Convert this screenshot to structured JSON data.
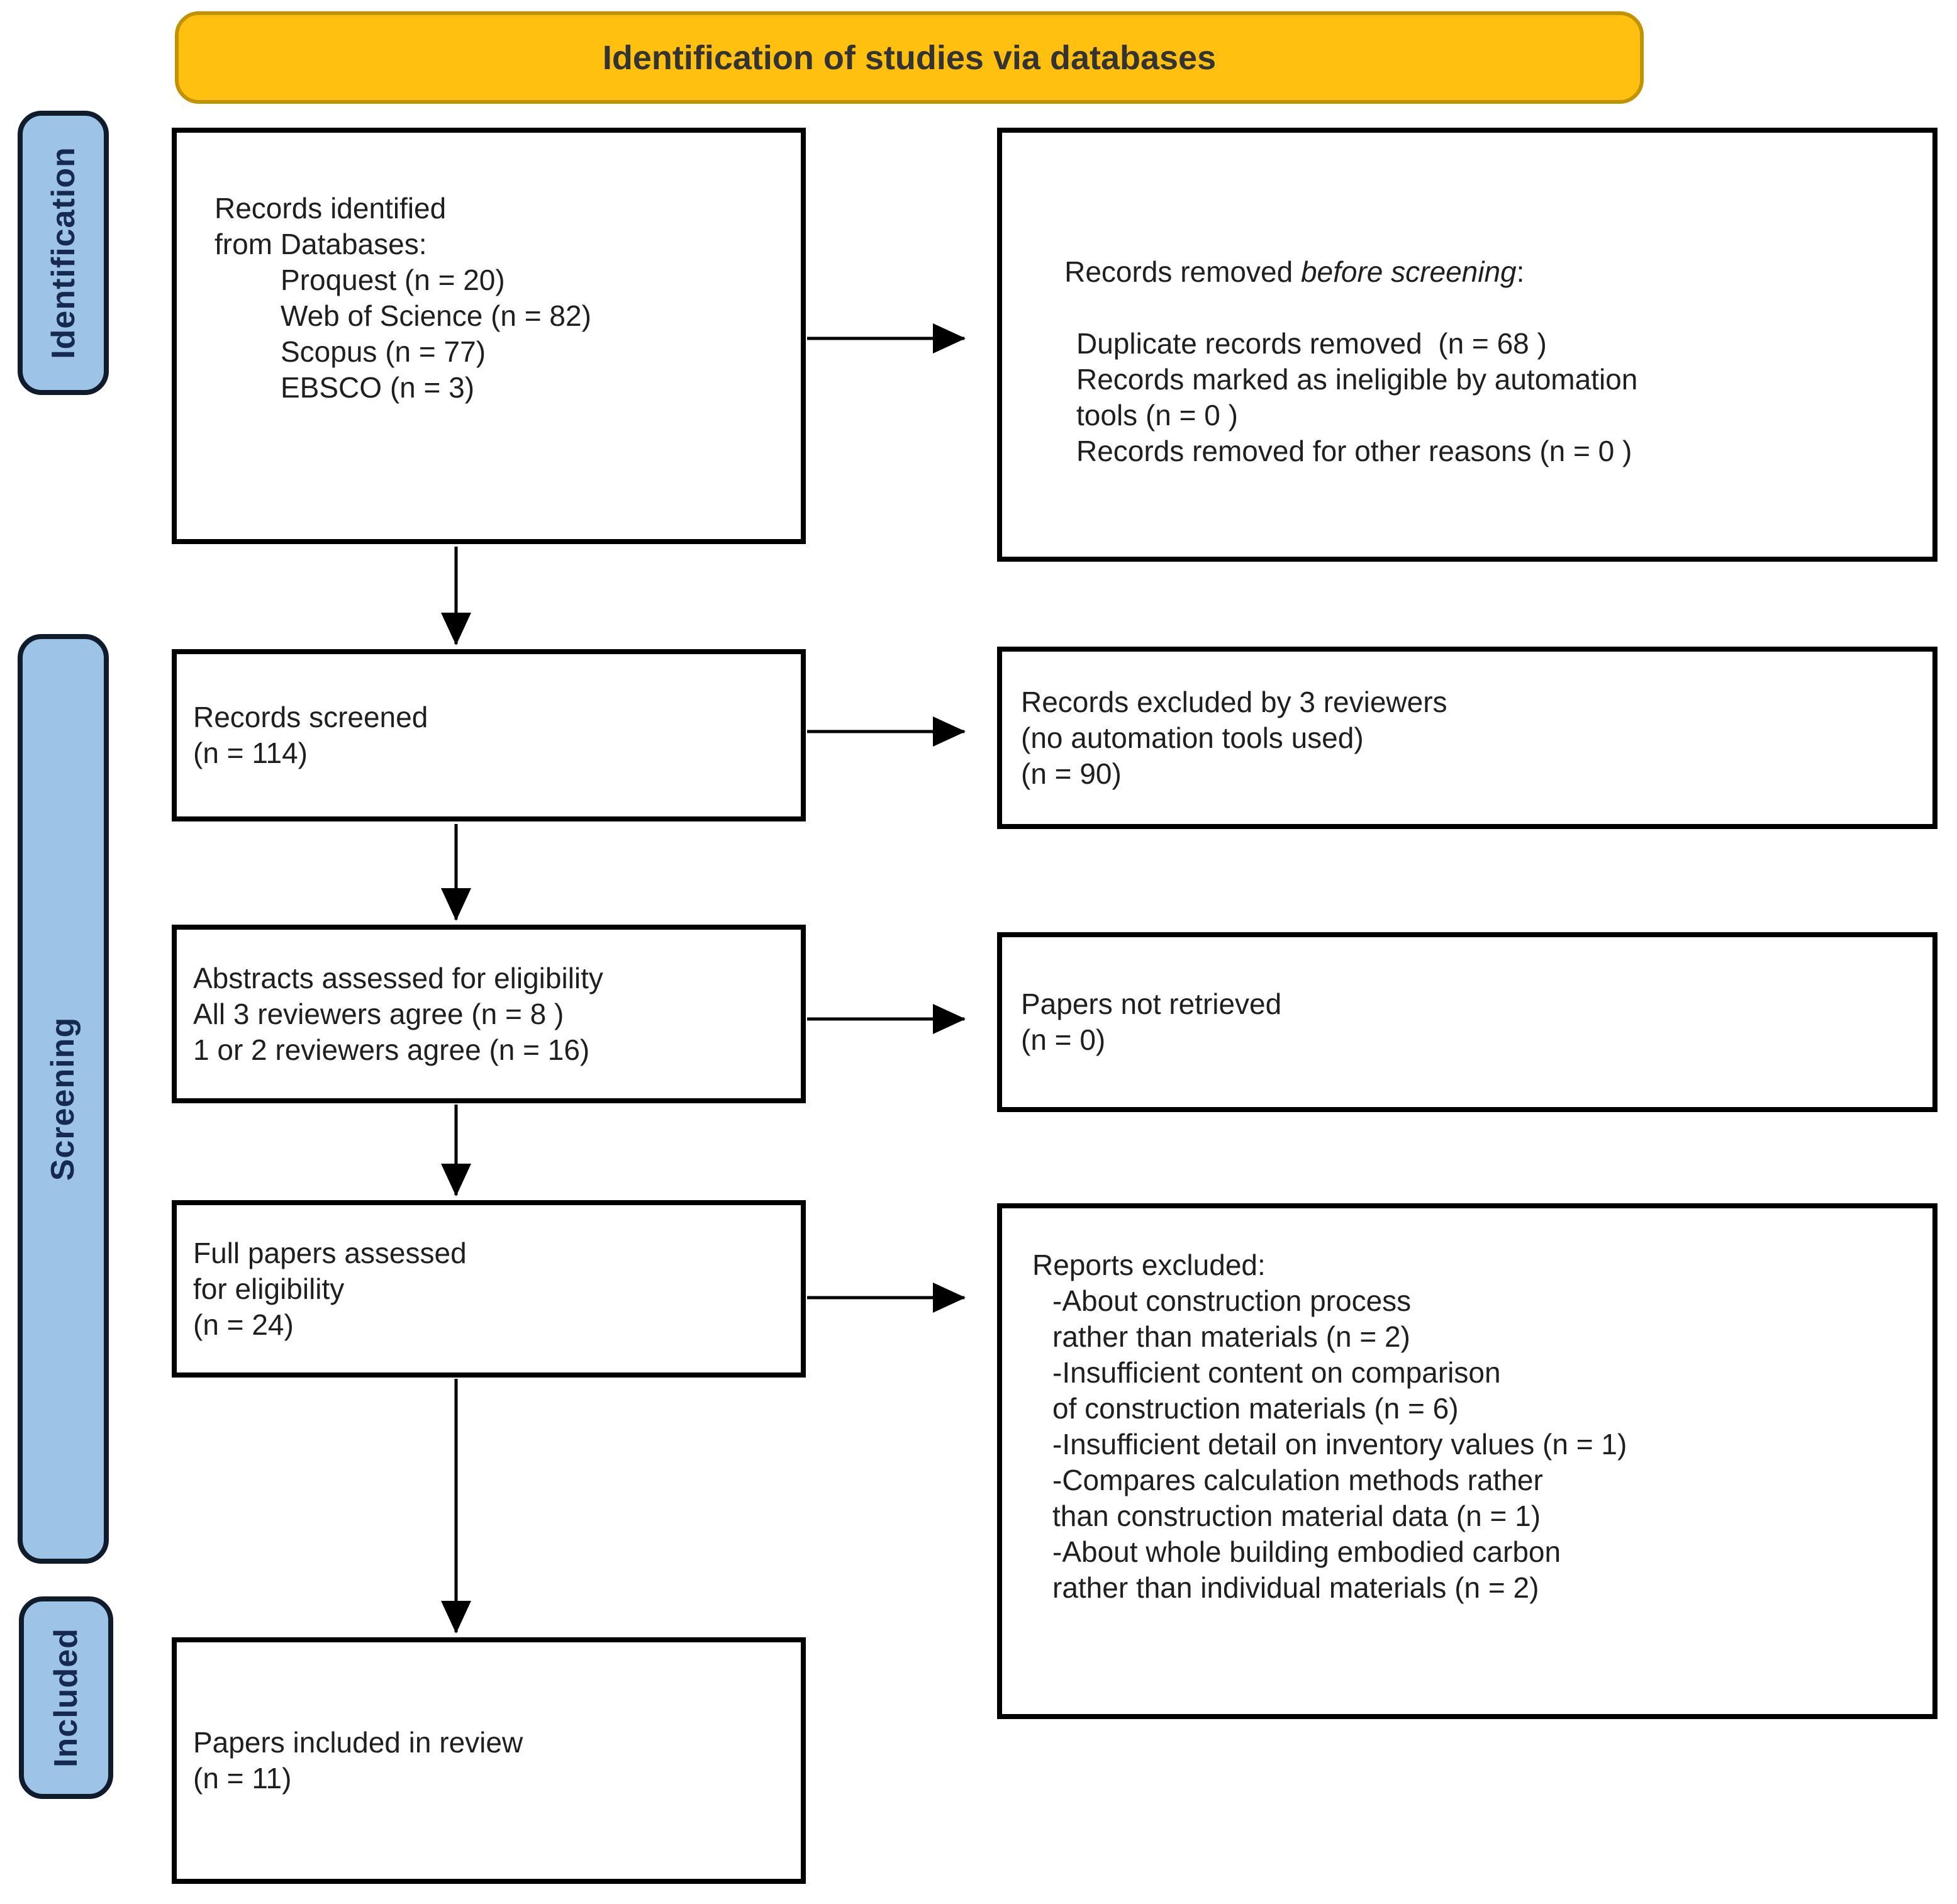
{
  "title": "Identification of studies via databases",
  "stages": {
    "identification": "Identification",
    "screening": "Screening",
    "included": "Included"
  },
  "boxes": {
    "records_identified": {
      "heading_lines": [
        "Records identified",
        "from Databases:"
      ],
      "items": [
        "Proquest (n = 20)",
        "Web of Science (n = 82)",
        "Scopus (n = 77)",
        "EBSCO (n = 3)"
      ]
    },
    "records_removed": {
      "heading_prefix": "Records removed ",
      "heading_italic": "before screening",
      "heading_suffix": ":",
      "items": [
        "Duplicate records removed  (n = 68 )",
        "Records marked as ineligible by automation",
        "tools (n = 0 )",
        "Records removed for other reasons (n = 0 )"
      ]
    },
    "records_screened": {
      "lines": [
        "Records screened",
        "(n = 114)"
      ]
    },
    "records_excluded": {
      "lines": [
        "Records excluded by 3 reviewers",
        "(no automation tools used)",
        "(n = 90)"
      ]
    },
    "abstracts_assessed": {
      "lines": [
        "Abstracts assessed for eligibility",
        "All 3 reviewers agree (n = 8 )",
        "1 or 2 reviewers agree (n = 16)"
      ]
    },
    "papers_not_retrieved": {
      "lines": [
        "Papers not retrieved",
        "(n = 0)"
      ]
    },
    "full_papers_assessed": {
      "lines": [
        "Full papers assessed",
        "for eligibility",
        "(n = 24)"
      ]
    },
    "reports_excluded": {
      "heading": "Reports excluded:",
      "items": [
        "-About construction process",
        "rather than materials (n = 2)",
        "-Insufficient content on comparison",
        "of construction materials (n = 6)",
        "-Insufficient detail on inventory values (n = 1)",
        "-Compares calculation methods rather",
        "than construction material data (n = 1)",
        "-About whole building embodied carbon",
        "rather than individual materials (n = 2)"
      ]
    },
    "papers_included": {
      "lines": [
        "Papers included in review",
        "(n = 11)"
      ]
    }
  },
  "colors": {
    "band_fill": "#FFC010",
    "band_border": "#C29200",
    "band_text": "#333333",
    "stage_fill": "#9DC3E6",
    "stage_border": "#101B2C",
    "stage_text": "#152A4E",
    "box_border": "#000000",
    "box_fill": "#FFFFFF",
    "text": "#1F1F1F",
    "arrow": "#000000"
  }
}
